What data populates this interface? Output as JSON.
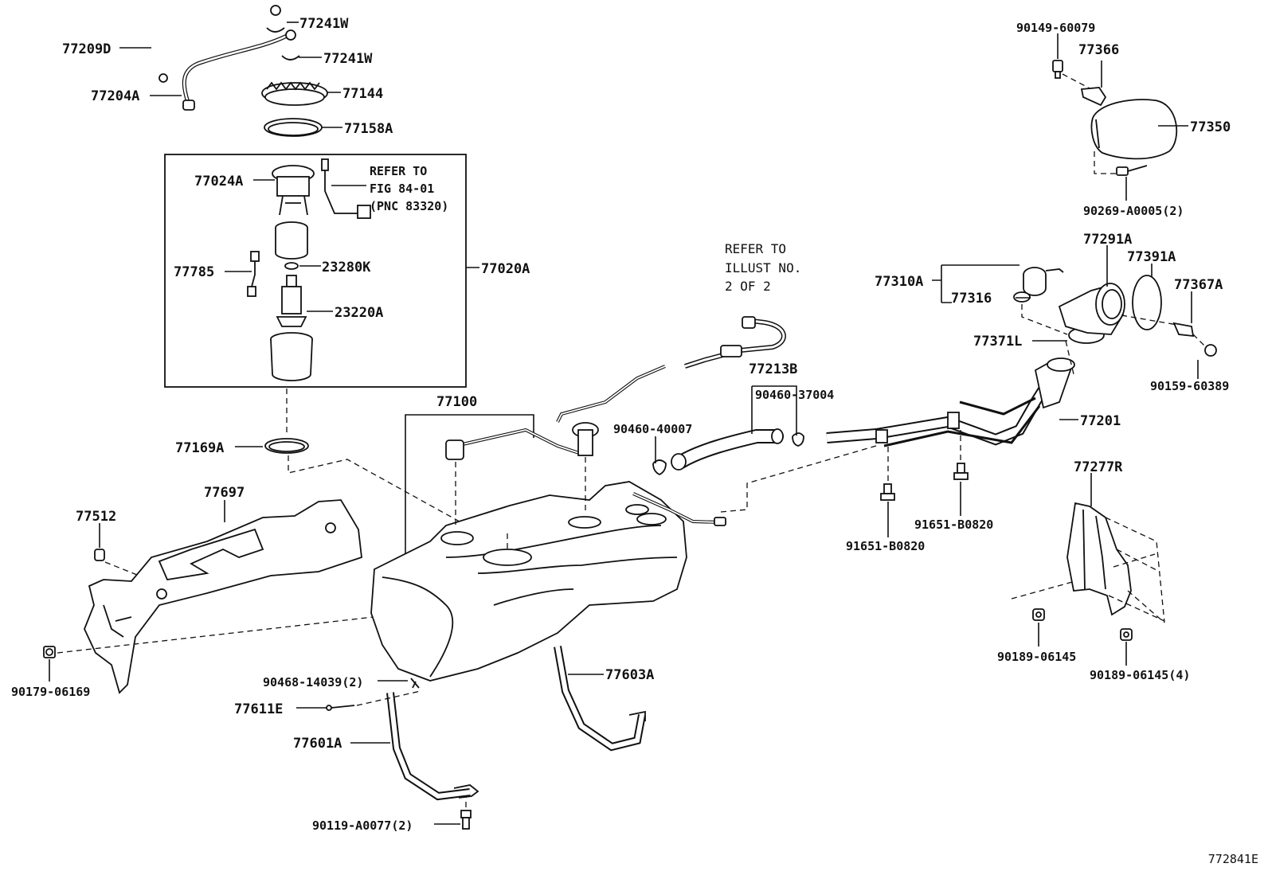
{
  "labels": {
    "p77209D": "77209D",
    "p77241W_a": "77241W",
    "p77241W_b": "77241W",
    "p77204A": "77204A",
    "p77144": "77144",
    "p77158A": "77158A",
    "p77024A": "77024A",
    "p77785": "77785",
    "p23280K": "23280K",
    "p23220A": "23220A",
    "p77020A": "77020A",
    "p77169A": "77169A",
    "p77512": "77512",
    "p77697": "77697",
    "p90179": "90179-06169",
    "p77100": "77100",
    "p90468": "90468-14039(2)",
    "p77611E": "77611E",
    "p77601A": "77601A",
    "p90119": "90119-A0077(2)",
    "p77603A": "77603A",
    "p90460_40007": "90460-40007",
    "p77213B": "77213B",
    "p90460_37004": "90460-37004",
    "p91651_a": "91651-B0820",
    "p91651_b": "91651-B0820",
    "p77201": "77201",
    "p77310A": "77310A",
    "p77316": "77316",
    "p77371L": "77371L",
    "p77291A": "77291A",
    "p77391A": "77391A",
    "p77367A": "77367A",
    "p90159": "90159-60389",
    "p90149": "90149-60079",
    "p77366": "77366",
    "p77350": "77350",
    "p90269": "90269-A0005(2)",
    "p77277R": "77277R",
    "p90189_a": "90189-06145",
    "p90189_b": "90189-06145(4)"
  },
  "notes": {
    "refer_fig_line1": "REFER TO",
    "refer_fig_line2": "FIG 84-01",
    "refer_fig_line3": "(PNC 83320)",
    "refer_illust_line1": "REFER TO",
    "refer_illust_line2": "ILLUST NO.",
    "refer_illust_line3": "2 OF 2"
  },
  "figure_id": "772841E"
}
